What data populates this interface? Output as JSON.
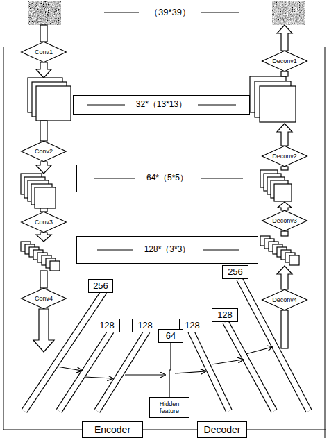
{
  "diagram": {
    "nodes": [
      {
        "text": [
          "Conv1"
        ]
      },
      {
        "text": [
          "Deconv1"
        ]
      },
      {
        "text": [
          "32*（13*13）"
        ]
      },
      {
        "text": [
          "Conv2"
        ]
      },
      {
        "text": [
          "Deconv2"
        ]
      },
      {
        "text": [
          "64*（5*5）"
        ]
      },
      {
        "text": [
          "Conv3"
        ]
      },
      {
        "text": [
          "Deconv3"
        ]
      },
      {
        "text": [
          "128*（3*3）"
        ]
      },
      {
        "text": [
          "256"
        ]
      },
      {
        "text": [
          "256"
        ]
      },
      {
        "text": [
          "Conv4"
        ]
      },
      {
        "text": [
          "Deconv4"
        ]
      },
      {
        "text": [
          "128"
        ]
      },
      {
        "text": [
          "128"
        ]
      },
      {
        "text": [
          "128"
        ]
      },
      {
        "text": [
          "128"
        ]
      },
      {
        "text": [
          "64"
        ]
      },
      {
        "text": [
          "Hidden feature"
        ]
      },
      {
        "text": [
          "Encoder"
        ]
      },
      {
        "text": [
          "Decoder"
        ]
      }
    ],
    "edges": [
      {
        "from": 17,
        "to": 18,
        "arrow": "none"
      }
    ],
    "labels": [
      "（39*39）"
    ]
  }
}
